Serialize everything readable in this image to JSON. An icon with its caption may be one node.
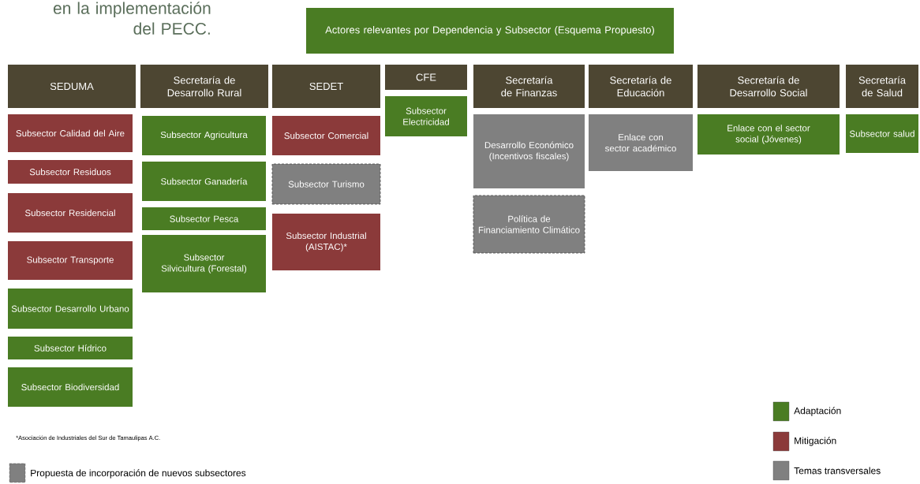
{
  "diagram": {
    "title": "Actores relevantes por Dependencia y Subsector (Esquema Propuesto)",
    "nodes": [
      {
        "text": [
          "SEDUMA"
        ]
      },
      {
        "text": [
          "Subsector Calidad del Aire"
        ]
      },
      {
        "text": [
          "Subsector Residuos"
        ]
      },
      {
        "text": [
          "Subsector Residencial"
        ]
      },
      {
        "text": [
          "Subsector Transporte"
        ]
      },
      {
        "text": [
          "Subsector Desarrollo Urbano"
        ]
      },
      {
        "text": [
          "Subsector Hídrico"
        ]
      },
      {
        "text": [
          "Subsector Biodiversidad"
        ]
      },
      {
        "text": [
          "Secretaría de Desarrollo Rural"
        ]
      },
      {
        "text": [
          "Subsector Agricultura"
        ]
      },
      {
        "text": [
          "Subsector Ganadería"
        ]
      },
      {
        "text": [
          "Subsector Pesca"
        ]
      },
      {
        "text": [
          "Subsector Silvicultura (Forestal)"
        ]
      },
      {
        "text": [
          "SEDET"
        ]
      },
      {
        "text": [
          "Subsector Comercial"
        ]
      },
      {
        "text": [
          "Subsector Turismo"
        ]
      },
      {
        "text": [
          "Subsector Industrial (AISTAC)*"
        ]
      },
      {
        "text": [
          "CFE"
        ]
      },
      {
        "text": [
          "Subsector Electricidad"
        ]
      },
      {
        "text": [
          "Secretaría de Finanzas"
        ]
      },
      {
        "text": [
          "Desarrollo Económico (Incentivos fiscales)"
        ]
      },
      {
        "text": [
          "Política de Financiamiento Climático"
        ]
      },
      {
        "text": [
          "Secretaría de Educación"
        ]
      },
      {
        "text": [
          "Enlace con sector académico"
        ]
      },
      {
        "text": [
          "Secretaría de Desarrollo Social"
        ]
      },
      {
        "text": [
          "Enlace con el sector social (Jóvenes)"
        ]
      },
      {
        "text": [
          "Secretaría de Salud"
        ]
      },
      {
        "text": [
          "Subsector salud"
        ]
      }
    ],
    "labels": [
      "en la implementación del PECC.",
      "*Asociación de Industriales del Sur de Tamaulipas A.C."
    ],
    "legend": [
      {
        "text": "Adaptación",
        "color": "#4a7c23"
      },
      {
        "text": "Mitigación",
        "color": "#8b3a3a"
      },
      {
        "text": "Propuesta de incorporación de nuevos subsectores"
      },
      {
        "text": "Temas transversales",
        "color": "#808080"
      }
    ]
  }
}
